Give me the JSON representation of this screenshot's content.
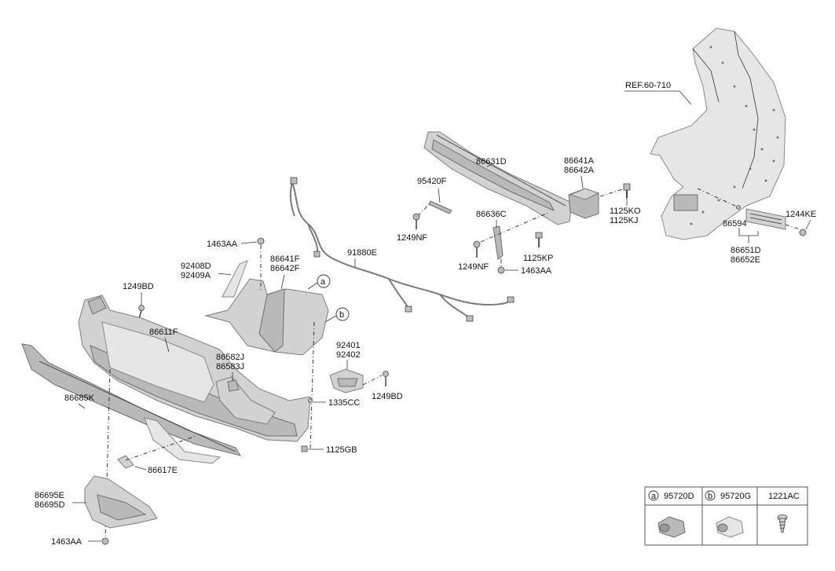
{
  "labels": {
    "ref": "REF.60-710",
    "p86631D": "86631D",
    "p86641A": "86641A",
    "p86642A": "86642A",
    "p95420F": "95420F",
    "p86636C": "86636C",
    "p1125KO": "1125KO",
    "p1125KJ": "1125KJ",
    "p1244KE": "1244KE",
    "p86594": "86594",
    "p86651D": "86651D",
    "p86652E": "86652E",
    "p1249NF_a": "1249NF",
    "p1249NF_b": "1249NF",
    "p1125KP": "1125KP",
    "p1463AA_a": "1463AA",
    "p1463AA_b": "1463AA",
    "p1463AA_c": "1463AA",
    "p91880E": "91880E",
    "p86641F": "86641F",
    "p86642F": "86642F",
    "p92408D": "92408D",
    "p92409A": "92409A",
    "p1249BD_a": "1249BD",
    "p1249BD_b": "1249BD",
    "p86611F": "86611F",
    "p86582J": "86582J",
    "p86583J": "86583J",
    "p92401": "92401",
    "p92402": "92402",
    "p1335CC": "1335CC",
    "p86685K": "86685K",
    "p1125GB": "1125GB",
    "p86617E": "86617E",
    "p86695E": "86695E",
    "p86695D": "86695D",
    "tag_a": "a",
    "tag_b": "b"
  },
  "legend": {
    "col1_tag": "a",
    "col1_part": "95720D",
    "col2_tag": "b",
    "col2_part": "95720G",
    "col3_part": "1221AC"
  }
}
